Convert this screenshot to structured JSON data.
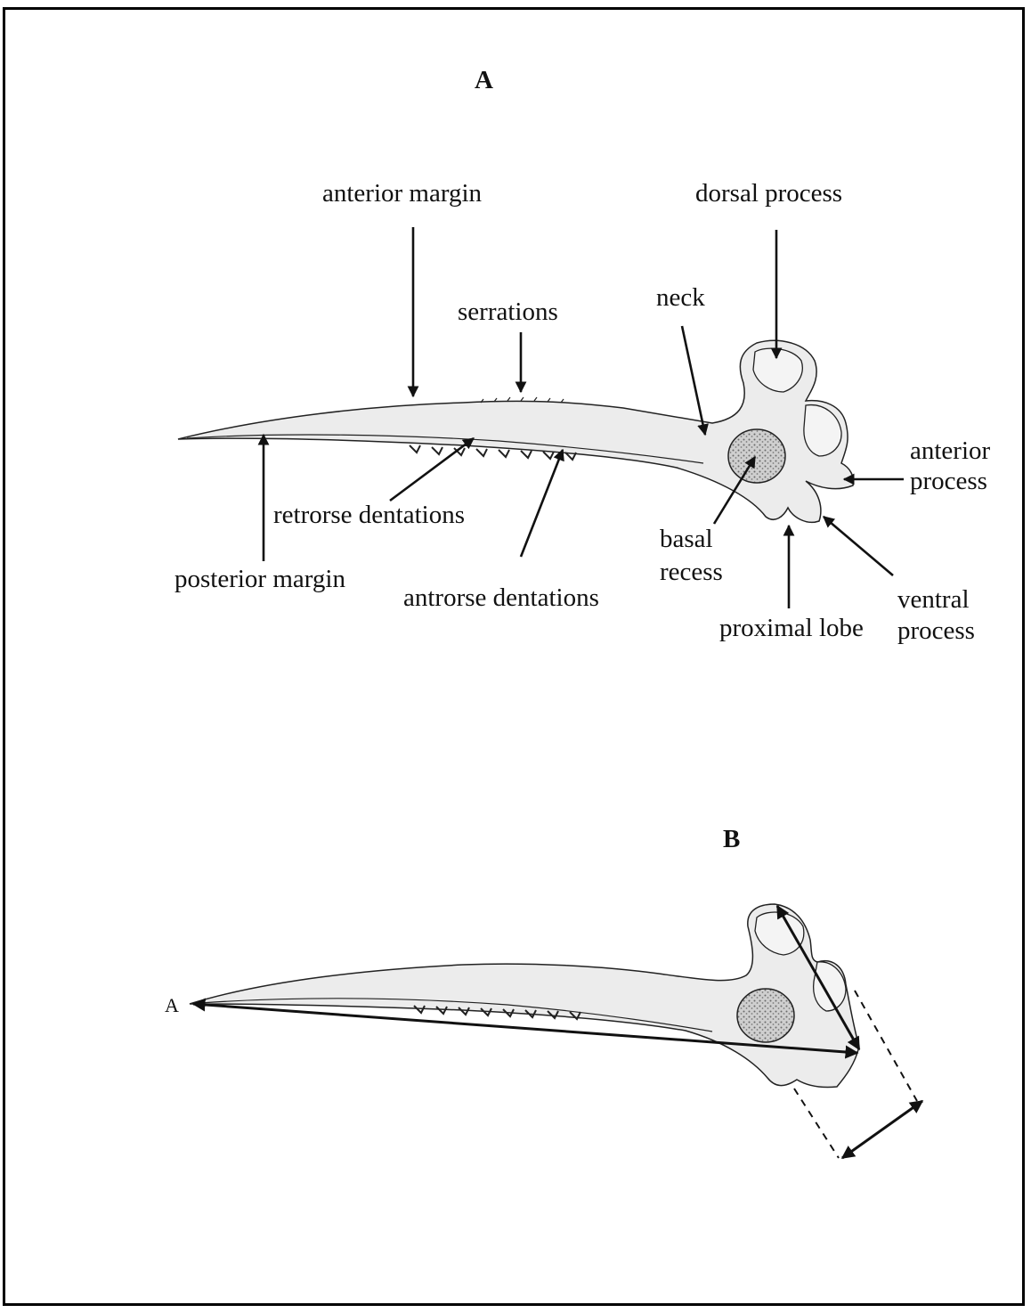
{
  "panels": {
    "a": "A",
    "b": "B"
  },
  "labels": {
    "anterior_margin": "anterior margin",
    "dorsal_process": "dorsal process",
    "serrations": "serrations",
    "neck": "neck",
    "anterior_process_1": "anterior",
    "anterior_process_2": "process",
    "retrorse_dentations": "retrorse dentations",
    "basal_recess_1": "basal",
    "basal_recess_2": "recess",
    "posterior_margin": "posterior margin",
    "antrorse_dentations": "antrorse dentations",
    "proximal_lobe": "proximal lobe",
    "ventral_process_1": "ventral",
    "ventral_process_2": "process",
    "apex": "A"
  },
  "colors": {
    "ink": "#111111",
    "bone": "#e6e6e6",
    "recess": "#9a9a9a"
  }
}
